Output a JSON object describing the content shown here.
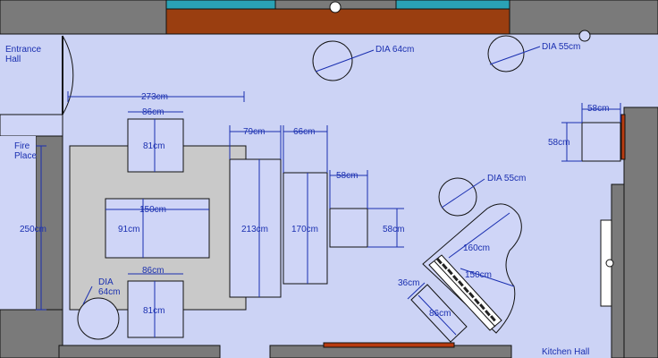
{
  "rooms": {
    "entrance": "Entrance\nHall",
    "fireplace": "Fire\nPlace",
    "kitchen": "Kitchen Hall"
  },
  "dimensions": {
    "rug_width": "273cm",
    "rug_height": "250cm",
    "chair_top_w": "86cm",
    "chair_top_h": "81cm",
    "chair_bottom_w": "86cm",
    "chair_bottom_h": "81cm",
    "coffee_table_w": "150cm",
    "coffee_table_h": "91cm",
    "sofa1_w": "79cm",
    "sofa1_h": "213cm",
    "sofa2_w": "66cm",
    "sofa2_h": "170cm",
    "ottoman_w": "58cm",
    "ottoman_h": "58cm",
    "side_table_w": "58cm",
    "side_table_h": "58cm",
    "round_table_top": "DIA 64cm",
    "round_table_right": "DIA 55cm",
    "round_table_mid": "DIA 55cm",
    "round_table_bottom": "DIA\n64cm",
    "piano_length": "160cm",
    "piano_width": "150cm",
    "bench_w": "86cm",
    "bench_h": "36cm"
  }
}
